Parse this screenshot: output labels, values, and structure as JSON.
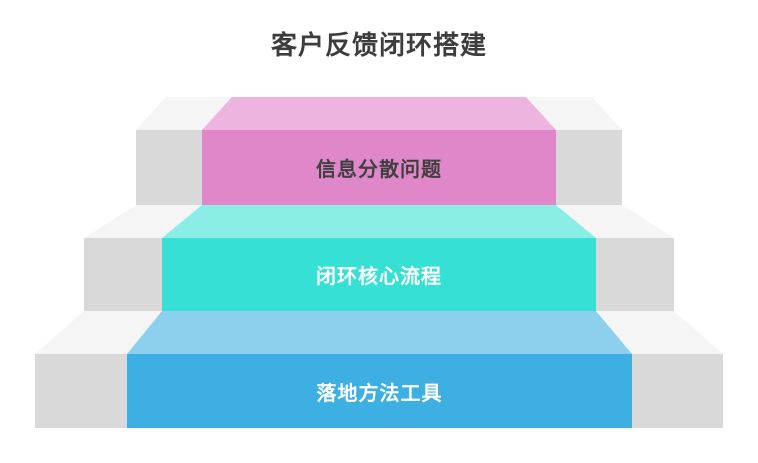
{
  "title": "客户反馈闭环搭建",
  "steps": [
    {
      "label": "信息分散问题",
      "top_color": "#ecb4df",
      "front_color": "#e087ca",
      "text_color": "#404040"
    },
    {
      "label": "闭环核心流程",
      "top_color": "#8aeee6",
      "front_color": "#36e0d4",
      "text_color": "#ffffff"
    },
    {
      "label": "落地方法工具",
      "top_color": "#8dd0ee",
      "front_color": "#3dafe3",
      "text_color": "#ffffff"
    }
  ],
  "colors": {
    "background": "#ffffff",
    "side_step_top": "#f5f5f5",
    "side_step_front": "#d9d9d9",
    "title_text": "#3d3d3d"
  }
}
